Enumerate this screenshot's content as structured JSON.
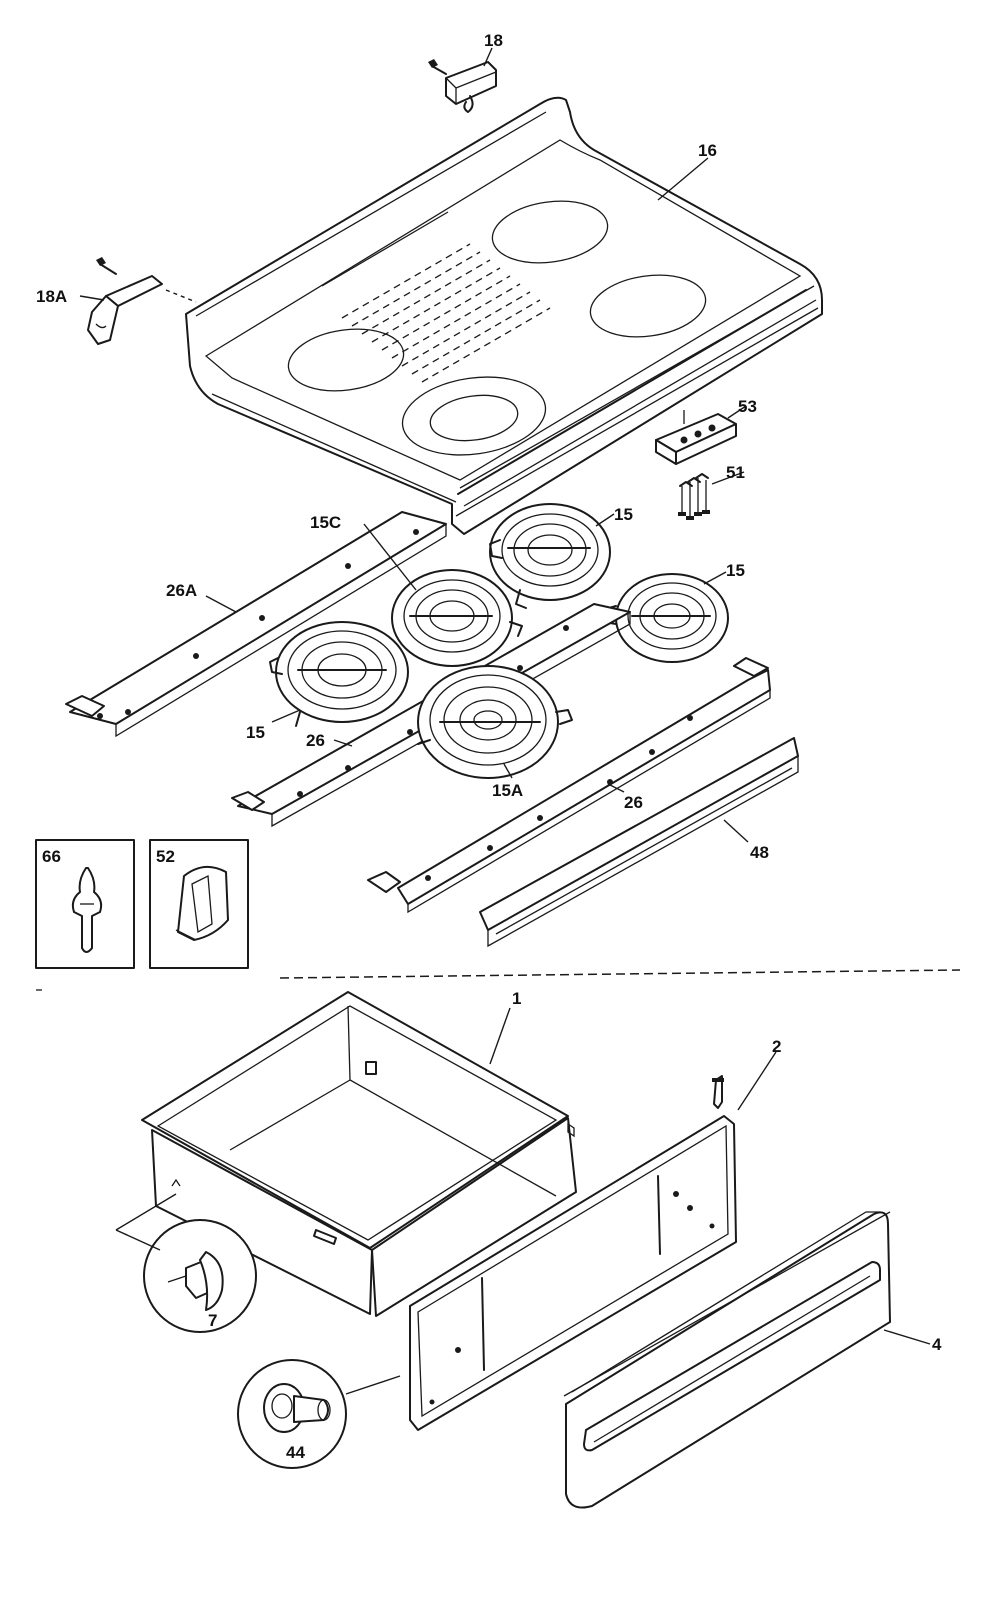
{
  "callouts": {
    "c18": "18",
    "c16": "16",
    "c18a": "18A",
    "c53": "53",
    "c51": "51",
    "c15c": "15C",
    "c15_top": "15",
    "c15_right": "15",
    "c26a": "26A",
    "c15_left": "15",
    "c26_left": "26",
    "c15a": "15A",
    "c26_right": "26",
    "c48": "48",
    "c66": "66",
    "c52": "52",
    "c1": "1",
    "c2": "2",
    "c4": "4",
    "c7": "7",
    "c44": "44"
  }
}
